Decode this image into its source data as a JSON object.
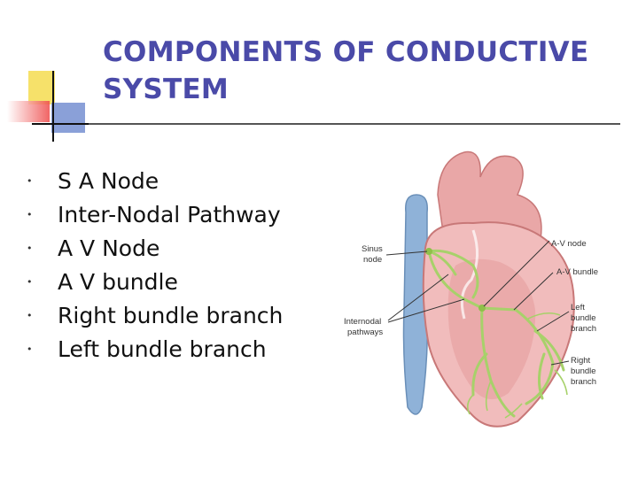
{
  "slide": {
    "title_lines": [
      "COMPONENTS OF CONDUCTIVE",
      "SYSTEM"
    ],
    "bullets": [
      "S A Node",
      "Inter-Nodal Pathway",
      "A V Node",
      "A V bundle",
      "Right bundle branch",
      "Left bundle branch"
    ],
    "bullet_glyph": "•"
  },
  "diagram": {
    "labels": {
      "sinus_node": [
        "Sinus",
        "node"
      ],
      "internodal": [
        "Internodal",
        "pathways"
      ],
      "av_node": "A-V node",
      "av_bundle": "A-V bundle",
      "left_branch": [
        "Left",
        "bundle",
        "branch"
      ],
      "right_branch": [
        "Right",
        "bundle",
        "branch"
      ]
    }
  },
  "colors": {
    "title": "#4a4aa8",
    "deco_yellow": "#f6e16a",
    "deco_red": "#ee4a4a",
    "deco_blue": "#8aa0d8",
    "heart": "#e7a5a5",
    "vessel": "#8fb2d8",
    "conduction": "#a7d16a"
  }
}
